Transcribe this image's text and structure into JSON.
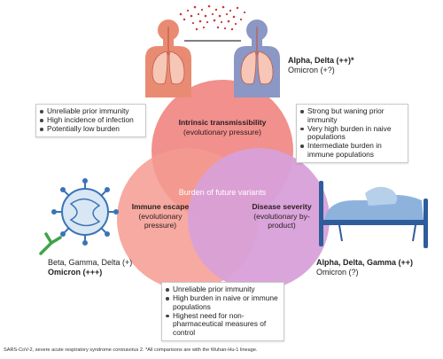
{
  "circles": {
    "transmissibility": {
      "title": "Intrinsic transmissibility",
      "subtitle": "(evolutionary pressure)",
      "color": "#e96a6a"
    },
    "escape": {
      "title": "Immune escape",
      "subtitle": "(evolutionary pressure)",
      "color": "#f28d83"
    },
    "severity": {
      "title": "Disease severity",
      "subtitle": "(evolutionary by-product)",
      "color": "#c986c9"
    },
    "center": "Burden of future variants"
  },
  "notes": {
    "left": [
      "Unreliable prior immunity",
      "High incidence of infection",
      "Potentially low burden"
    ],
    "right": [
      "Strong but waning prior immunity",
      "Very high burden in naive populations",
      "Intermediate burden in immune populations"
    ],
    "bottom": [
      "Unreliable prior immunity",
      "High burden in naive or immune populations",
      "Highest need for non-pharmaceutical measures of control"
    ]
  },
  "variants": {
    "transmission_line1": "Alpha, Delta (++)*",
    "transmission_line2": "Omicron (+?)",
    "escape_line1": "Beta, Gamma, Delta (+)",
    "escape_line2": "Omicron (+++)",
    "severity_line1": "Alpha, Delta, Gamma (++)",
    "severity_line2": "Omicron (?)"
  },
  "caption": "SARS-CoV-2, severe acute respiratory syndrome coronavirus 2. *All comparisons are with the Wuhan-Hu-1 lineage.",
  "colors": {
    "person_left": "#e98b73",
    "person_right": "#8b97c4",
    "lungs": "#f2b7a6",
    "droplets": "#c73a3a",
    "virus": "#3b74b6",
    "antibody": "#3fa349",
    "bed": "#2e5d9b"
  },
  "icons": [
    "person-icon",
    "lungs-icon",
    "droplets-icon",
    "virus-icon",
    "antibody-icon",
    "hospital-bed-icon"
  ]
}
